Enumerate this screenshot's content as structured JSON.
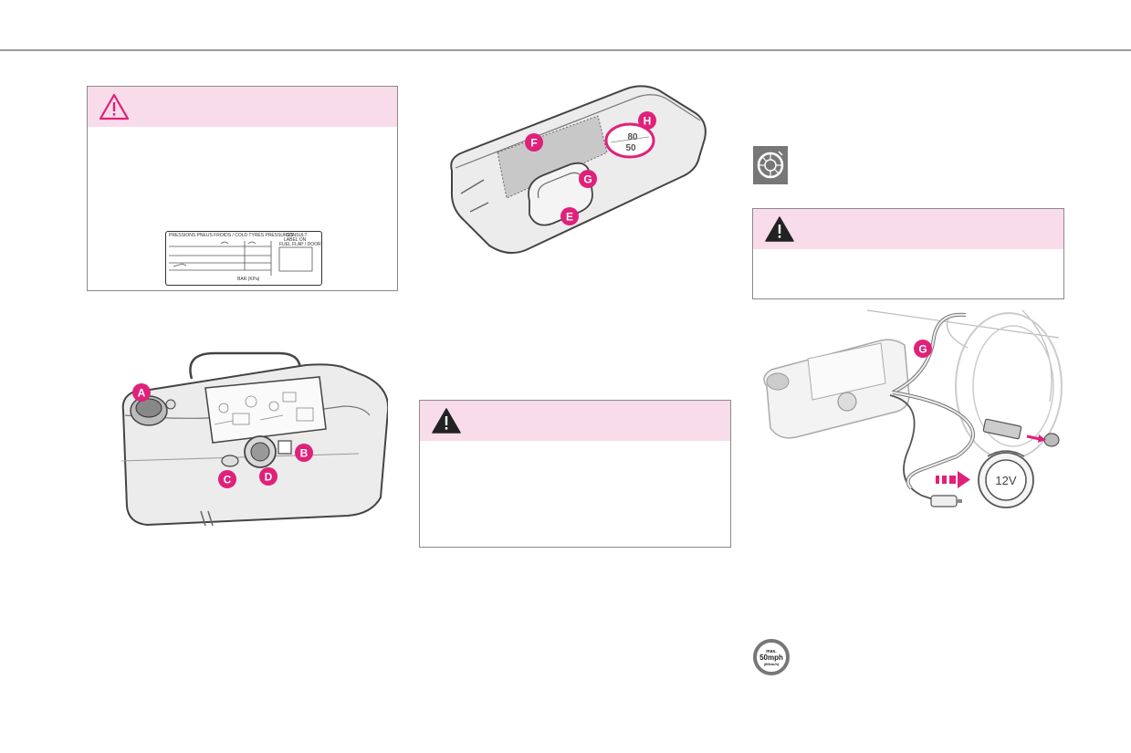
{
  "colors": {
    "accent": "#e0217a",
    "warning_band": "#f8dcea",
    "rule": "#9a9a9a"
  },
  "pressure_label": {
    "title": "PRESSIONS PNEUS FROIDS / COLD TYRES PRESSURES",
    "side_text_1": "CONSULT",
    "side_text_2": "LABEL ON",
    "side_text_3": "FUEL FLAP / DOOR",
    "bottom_units": "BAR  (KPa)"
  },
  "compressor_front": {
    "markers": [
      "A",
      "B",
      "C",
      "D"
    ]
  },
  "compressor_rear": {
    "markers": [
      "F",
      "G",
      "E",
      "H"
    ],
    "gauge_values": [
      "80",
      "50"
    ]
  },
  "connection": {
    "markers": [
      "G"
    ],
    "socket_label": "12V"
  },
  "icons": {
    "warning_icon_1": "warning-triangle-outline",
    "warning_icon_2": "warning-triangle-filled",
    "warning_icon_3": "warning-triangle-filled",
    "tyre_icon": "tyre-repair-icon",
    "speed_icon": "speed-limit-icon"
  },
  "speed_limit": {
    "line1": "max.",
    "line2": "50mph",
    "line3": "(80km/h)"
  }
}
